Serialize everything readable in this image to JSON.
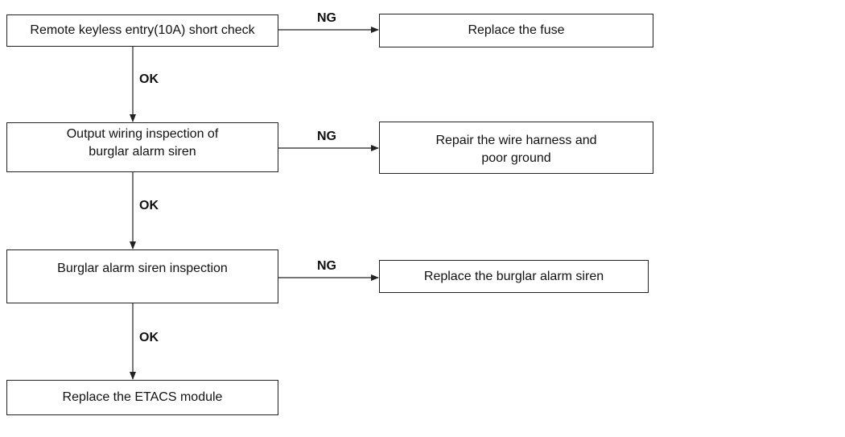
{
  "steps": [
    {
      "text": "Remote keyless entry(10A) short check",
      "ng_label": "NG",
      "ng_action": "Replace the fuse",
      "ok_label": "OK"
    },
    {
      "text": "Output wiring inspection of\nburglar alarm siren",
      "ng_label": "NG",
      "ng_action": "Repair the wire harness and\npoor ground",
      "ok_label": "OK"
    },
    {
      "text": "Burglar alarm siren inspection",
      "ng_label": "NG",
      "ng_action": "Replace the burglar alarm siren",
      "ok_label": "OK"
    }
  ],
  "final_step": {
    "text": "Replace the ETACS module"
  },
  "colors": {
    "line": "#222222",
    "text": "#111111",
    "background": "#ffffff"
  }
}
